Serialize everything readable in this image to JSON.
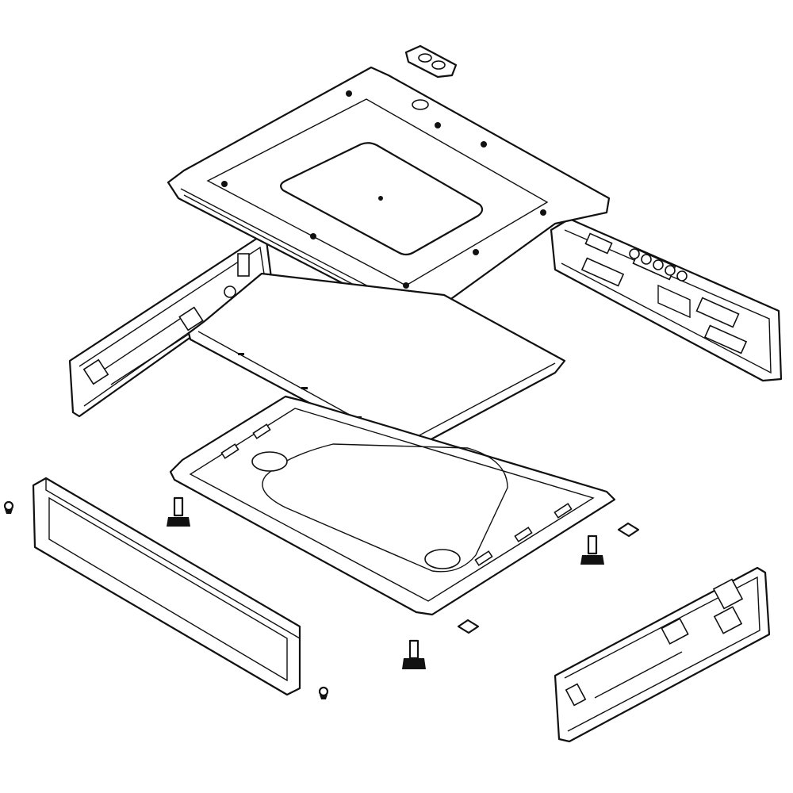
{
  "diagram": {
    "type": "exploded-parts-view",
    "colors": {
      "line": "#111111",
      "background": "#ffffff"
    },
    "parts": [
      {
        "id": "gasket"
      },
      {
        "id": "top-plate"
      },
      {
        "id": "left-side-panel"
      },
      {
        "id": "right-rear-panel"
      },
      {
        "id": "insulation-sheet"
      },
      {
        "id": "base-pan"
      },
      {
        "id": "front-frame"
      },
      {
        "id": "right-front-panel"
      },
      {
        "id": "leveling-foot",
        "count": 3
      },
      {
        "id": "clip",
        "count": 2
      },
      {
        "id": "pad",
        "count": 2
      }
    ]
  }
}
